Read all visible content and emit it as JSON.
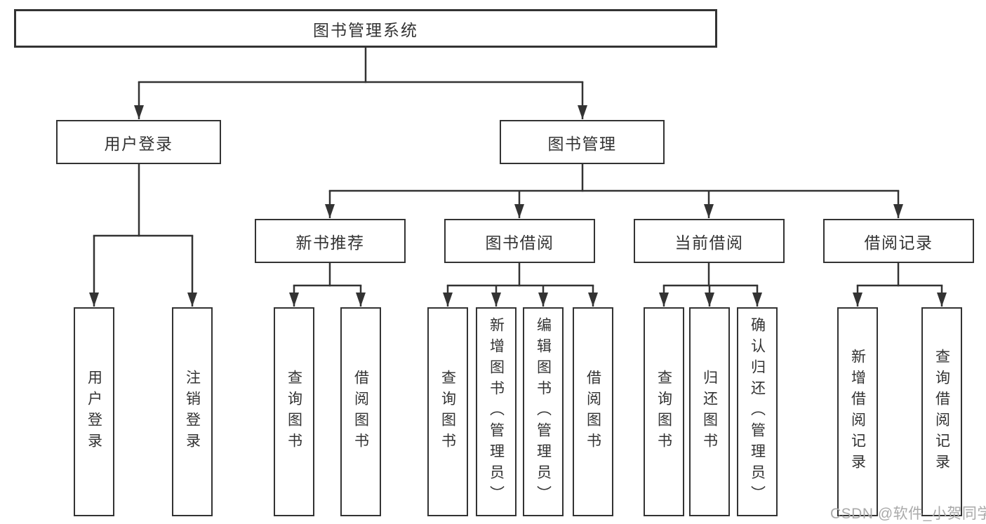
{
  "diagram": {
    "root": {
      "label": "图书管理系统"
    },
    "branches": [
      {
        "label": "用户登录",
        "children": [
          {
            "label": "用户登录"
          },
          {
            "label": "注销登录"
          }
        ]
      },
      {
        "label": "图书管理",
        "children": [
          {
            "label": "新书推荐",
            "children": [
              {
                "label": "查询图书"
              },
              {
                "label": "借阅图书"
              }
            ]
          },
          {
            "label": "图书借阅",
            "children": [
              {
                "label": "查询图书"
              },
              {
                "label": "新增图书（管理员）"
              },
              {
                "label": "编辑图书（管理员）"
              },
              {
                "label": "借阅图书"
              }
            ]
          },
          {
            "label": "当前借阅",
            "children": [
              {
                "label": "查询图书"
              },
              {
                "label": "归还图书"
              },
              {
                "label": "确认归还（管理员）"
              }
            ]
          },
          {
            "label": "借阅记录",
            "children": [
              {
                "label": "新增借阅记录"
              },
              {
                "label": "查询借阅记录"
              }
            ]
          }
        ]
      }
    ],
    "watermark": "CSDN @软件_小贺同学",
    "colors": {
      "line": "#333333",
      "text": "#333333",
      "box_background": "#ffffff",
      "watermark": "#a9a9a9",
      "background": "#ffffff"
    }
  }
}
